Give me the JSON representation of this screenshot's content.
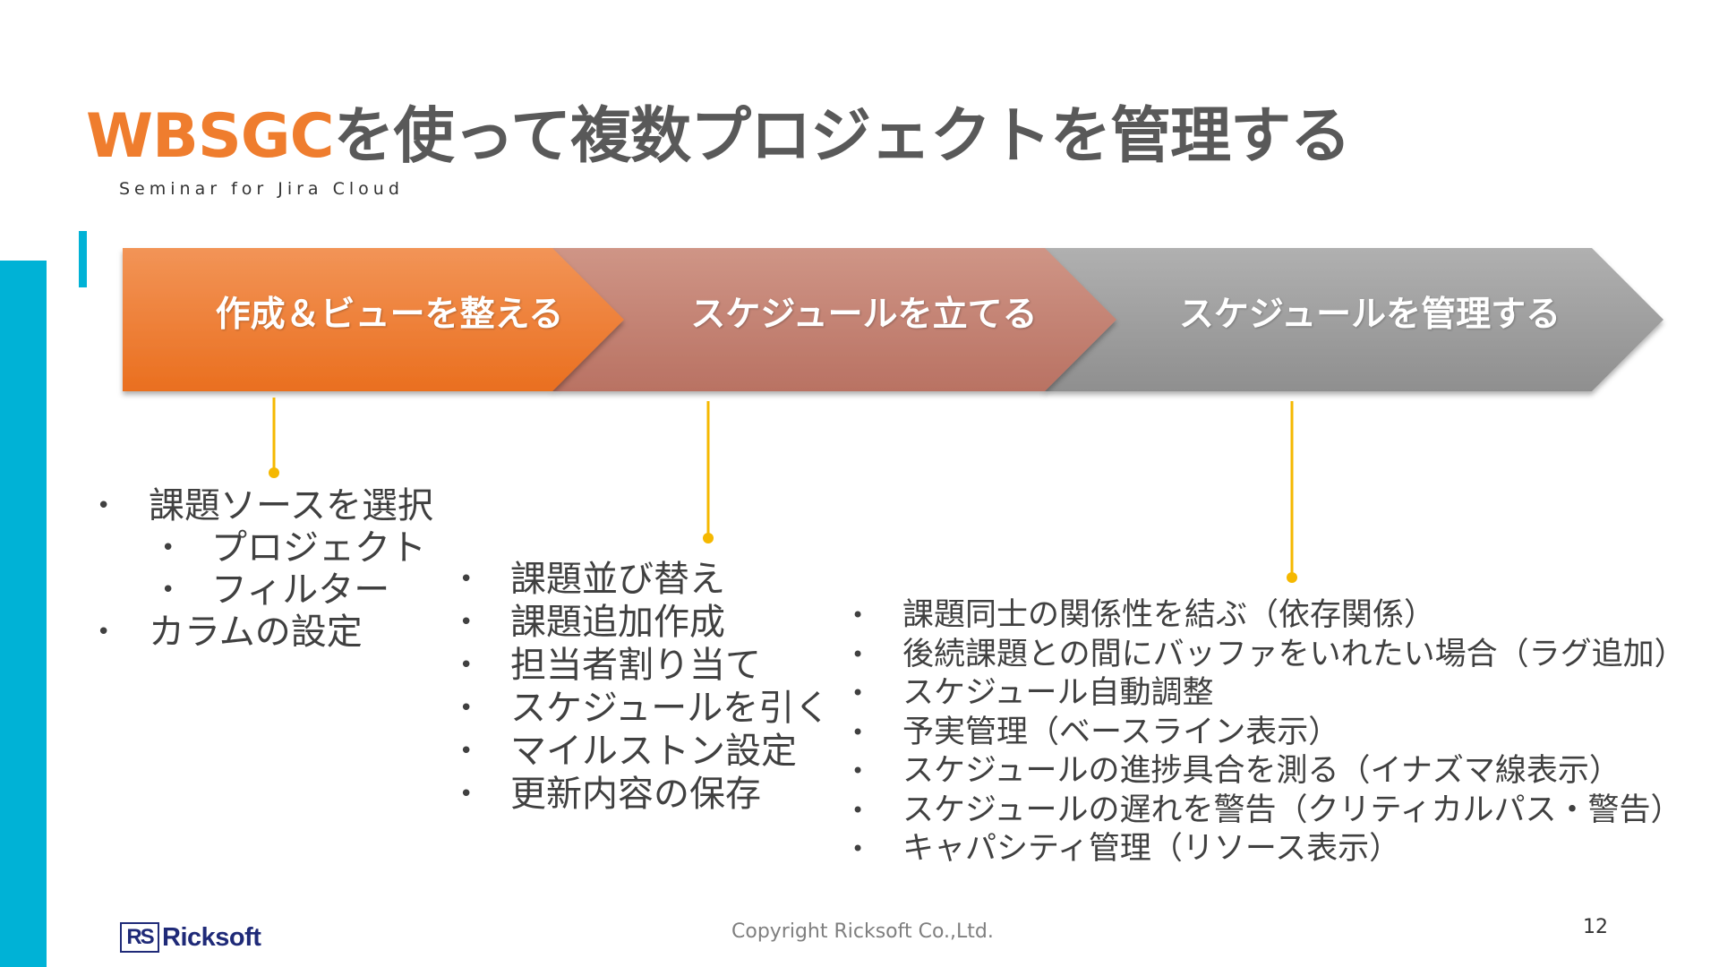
{
  "title": {
    "highlight": "WBSGC",
    "rest": "を使って複数プロジェクトを管理する"
  },
  "subtitle": "Seminar for Jira Cloud",
  "stages": [
    {
      "label": "作成＆ビューを整える",
      "color": "#ef7d2e"
    },
    {
      "label": "スケジュールを立てる",
      "color": "#c8826e"
    },
    {
      "label": "スケジュールを管理する",
      "color": "#9e9e9e"
    }
  ],
  "accent_colors": {
    "sidebar": "#00b2d6",
    "connector": "#f5b800",
    "title_highlight": "#ef7d2e"
  },
  "lists": {
    "stage1": [
      {
        "bullet": "•",
        "text": "課題ソースを選択"
      },
      {
        "bullet": "•",
        "text": "プロジェクト"
      },
      {
        "bullet": "•",
        "text": "フィルター"
      },
      {
        "bullet": "•",
        "text": "カラムの設定"
      }
    ],
    "stage2": [
      {
        "bullet": "•",
        "text": "課題並び替え"
      },
      {
        "bullet": "•",
        "text": "課題追加作成"
      },
      {
        "bullet": "•",
        "text": "担当者割り当て"
      },
      {
        "bullet": "•",
        "text": "スケジュールを引く"
      },
      {
        "bullet": "•",
        "text": "マイルストン設定"
      },
      {
        "bullet": "•",
        "text": "更新内容の保存"
      }
    ],
    "stage3": [
      {
        "bullet": "•",
        "text": "課題同士の関係性を結ぶ（依存関係）"
      },
      {
        "bullet": "•",
        "text": "後続課題との間にバッファをいれたい場合（ラグ追加）"
      },
      {
        "bullet": "•",
        "text": "スケジュール自動調整"
      },
      {
        "bullet": "•",
        "text": "予実管理（ベースライン表示）"
      },
      {
        "bullet": "•",
        "text": "スケジュールの進捗具合を測る（イナズマ線表示）"
      },
      {
        "bullet": "•",
        "text": "スケジュールの遅れを警告（クリティカルパス・警告）"
      },
      {
        "bullet": "•",
        "text": "キャパシティ管理（リソース表示）"
      }
    ]
  },
  "footer": {
    "logo_mark": "RS",
    "logo_text": "Ricksoft",
    "copyright": "Copyright Ricksoft Co.,Ltd.",
    "page_number": "12"
  }
}
